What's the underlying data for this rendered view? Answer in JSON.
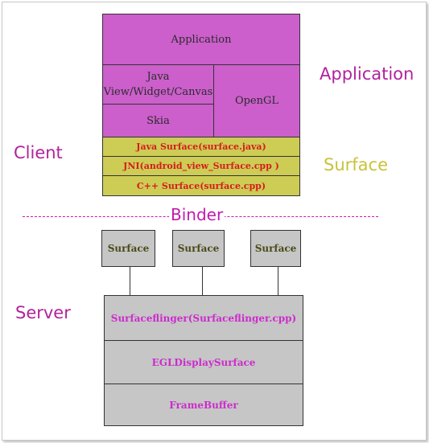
{
  "application_stack": {
    "application": "Application",
    "java_view": "Java\nView/Widget/Canvas",
    "opengl": "OpenGL",
    "skia": "Skia"
  },
  "surface_stack": {
    "java_surface": "Java Surface(surface.java)",
    "jni": "JNI(android_view_Surface.cpp )",
    "cpp_surface": "C++ Surface(surface.cpp)"
  },
  "side_labels": {
    "application": "Application",
    "client": "Client",
    "surface": "Surface",
    "server": "Server"
  },
  "binder": {
    "label": "Binder"
  },
  "server_surfaces": [
    "Surface",
    "Surface",
    "Surface"
  ],
  "server_stack": {
    "surfaceflinger": "Surfaceflinger(Surfaceflinger.cpp)",
    "egl_display_surface": "EGLDisplaySurface",
    "framebuffer": "FrameBuffer"
  },
  "colors": {
    "application_fill": "#cc5fcc",
    "surface_fill": "#cdcc55",
    "server_fill": "#c6c6c6",
    "magenta_label": "#b2229b",
    "yellow_label": "#c9c23a",
    "red_text": "#d41d1d"
  }
}
